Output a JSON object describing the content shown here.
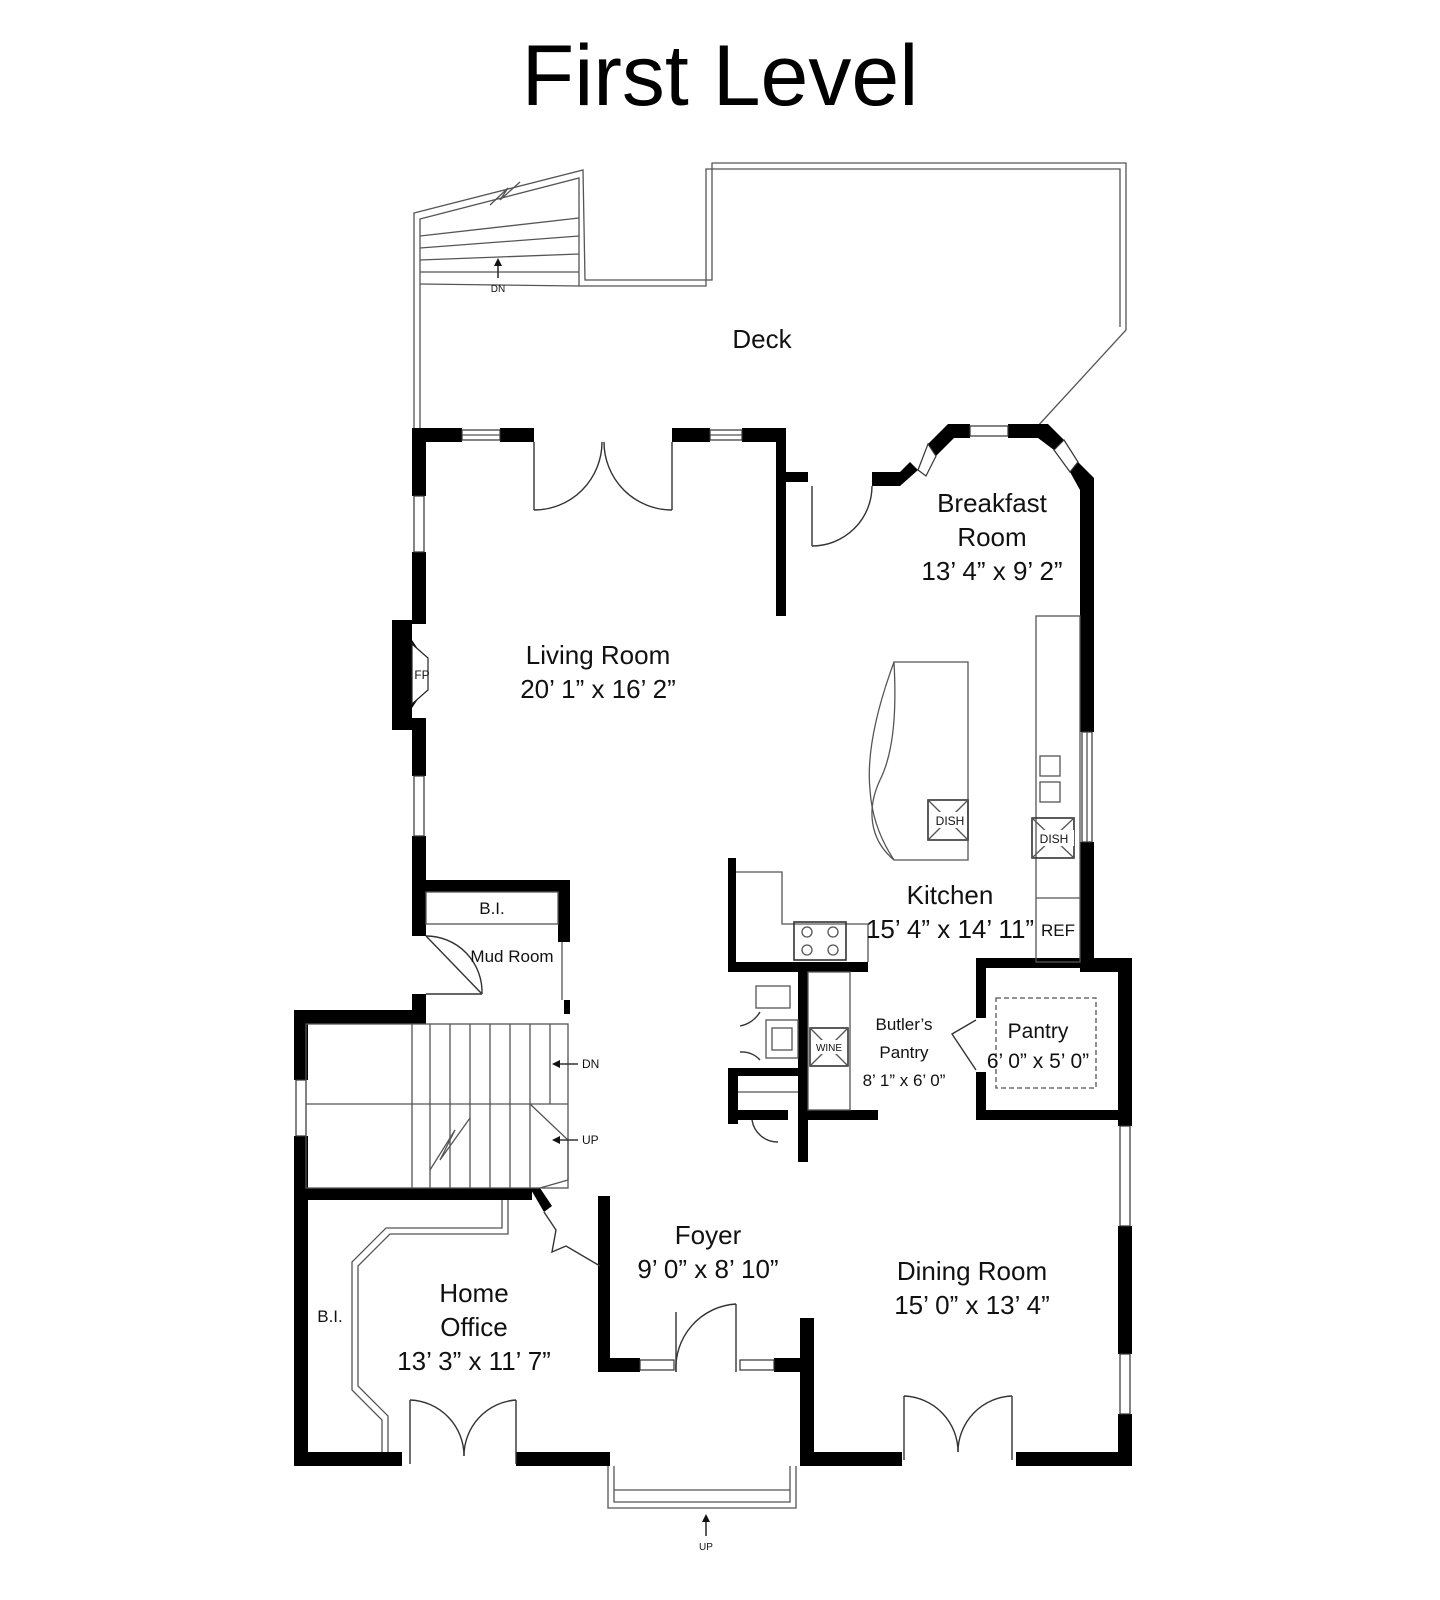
{
  "plan": {
    "title": "First Level",
    "rooms": [
      {
        "key": "deck",
        "name": "Deck"
      },
      {
        "key": "living",
        "name": "Living Room",
        "size": "20’ 1” x 16’ 2”"
      },
      {
        "key": "breakfast",
        "name": "Breakfast",
        "name2": "Room",
        "size": "13’ 4” x 9’ 2”"
      },
      {
        "key": "kitchen",
        "name": "Kitchen",
        "size": "15’ 4” x 14’ 11”"
      },
      {
        "key": "butlers",
        "name": "Butler’s",
        "name2": "Pantry",
        "size": "8’ 1” x 6’ 0”"
      },
      {
        "key": "pantry",
        "name": "Pantry",
        "size": "6’ 0” x 5’ 0”"
      },
      {
        "key": "foyer",
        "name": "Foyer",
        "size": "9’ 0” x 8’ 10”"
      },
      {
        "key": "dining",
        "name": "Dining Room",
        "size": "15’ 0” x 13’ 4”"
      },
      {
        "key": "office",
        "name": "Home",
        "name2": "Office",
        "size": "13’ 3” x 11’ 7”"
      },
      {
        "key": "mudroom",
        "name": "Mud Room"
      }
    ],
    "fixtures": {
      "fireplace": "FP",
      "builtin_mud": "B.I.",
      "builtin_office": "B.I.",
      "refrigerator": "REF",
      "dishwasher_island": "DISH",
      "dishwasher_counter": "DISH",
      "wine": "WINE"
    },
    "stairs": {
      "deck_down": "DN",
      "interior_down": "DN",
      "interior_up": "UP",
      "entry_up": "UP"
    }
  }
}
